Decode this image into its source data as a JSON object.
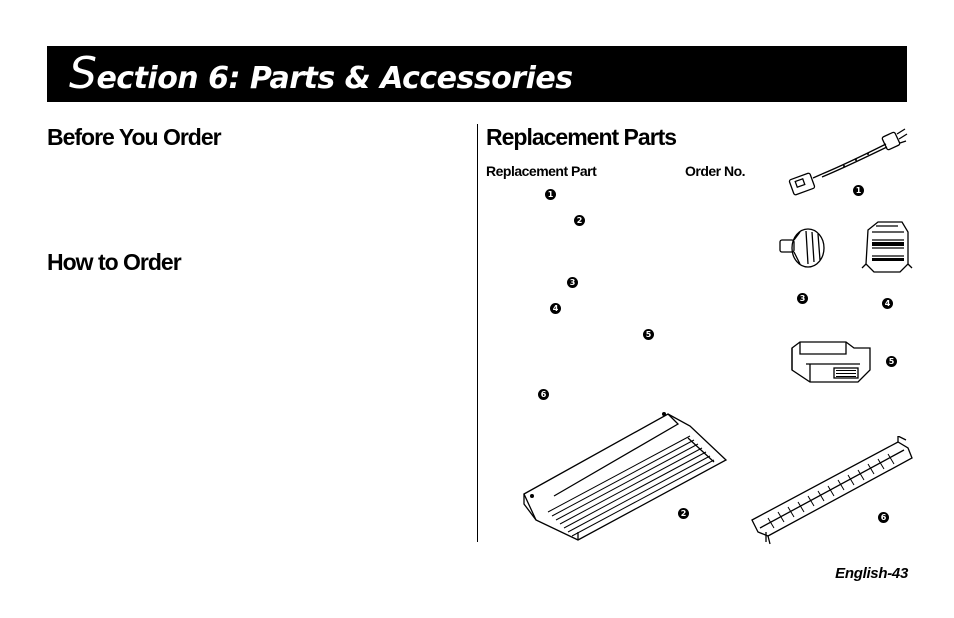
{
  "banner": {
    "title_cap": "S",
    "title_rest": "ection 6:  Parts & Accessories"
  },
  "left": {
    "heading_before": "Before You Order",
    "heading_how": "How to Order"
  },
  "right": {
    "heading": "Replacement Parts",
    "col_part": "Replacement Part",
    "col_order": "Order No."
  },
  "markers": [
    "1",
    "2",
    "3",
    "4",
    "5",
    "6"
  ],
  "illustrations": [
    "power-cord-icon",
    "platen-knob-icon",
    "print-head-icon",
    "ribbon-cartridge-icon",
    "printer-cover-icon",
    "tractor-unit-icon"
  ],
  "footer": {
    "page": "English-43"
  }
}
